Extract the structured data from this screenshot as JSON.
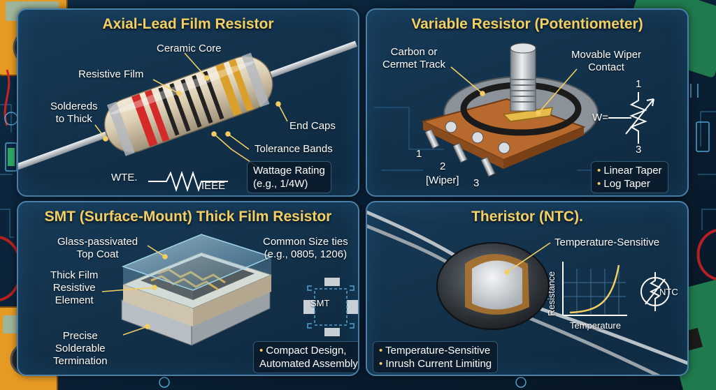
{
  "axial": {
    "title": "Axial-Lead Film Resistor",
    "labels": {
      "ceramic_core": "Ceramic Core",
      "resistive_film": "Resistive Film",
      "soldered_line1": "Soldereds",
      "soldered_line2": "to Thick",
      "end_caps": "End Caps",
      "tolerance_bands": "Tolerance Bands",
      "wattage_line1": "Wattage Rating",
      "wattage_line2": "(e.g., 1/4W)",
      "symbol_left": "WTE.",
      "symbol_right": "IEEE"
    }
  },
  "pot": {
    "title": "Variable Resistor (Potentiometer)",
    "labels": {
      "track_line1": "Carbon or",
      "track_line2": "Cermet Track",
      "wiper_line1": "Movable Wiper",
      "wiper_line2": "Contact",
      "pin1": "1",
      "pin2": "2",
      "pin2_note": "[Wiper]",
      "pin3": "3",
      "sym_top": "1",
      "sym_w": "W=",
      "sym_bottom": "3",
      "taper1": "Linear Taper",
      "taper2": "Log Taper"
    }
  },
  "smt": {
    "title": "SMT (Surface-Mount) Thick Film Resistor",
    "labels": {
      "coat_line1": "Glass-passivated",
      "coat_line2": "Top Coat",
      "element_line1": "Thick Film",
      "element_line2": "Resistive",
      "element_line3": "Element",
      "term_line1": "Precise",
      "term_line2": "Solderable",
      "term_line3": "Termination",
      "size_line1": "Common Size ties",
      "size_line2": "(e.g., 0805, 1206)",
      "smt_icon": "SMT",
      "feature1": "Compact Design,",
      "feature2": "Automated Assembly"
    }
  },
  "ntc": {
    "title": "Theristor (NTC).",
    "labels": {
      "temp_sensitive": "Temperature-Sensitive",
      "y_axis": "Resistance",
      "x_axis": "Temperature",
      "ntc_symbol": "NTC",
      "feature1": "Temperature-Sensitive",
      "feature2": "Inrush Current Limiting"
    }
  },
  "colors": {
    "title_gold": "#f3cf63",
    "panel_border": "#4a7fa8",
    "background": "#0b1f33",
    "band_red": "#d42a2a",
    "band_gold": "#d9a02c",
    "pot_base": "#b86a2e"
  }
}
